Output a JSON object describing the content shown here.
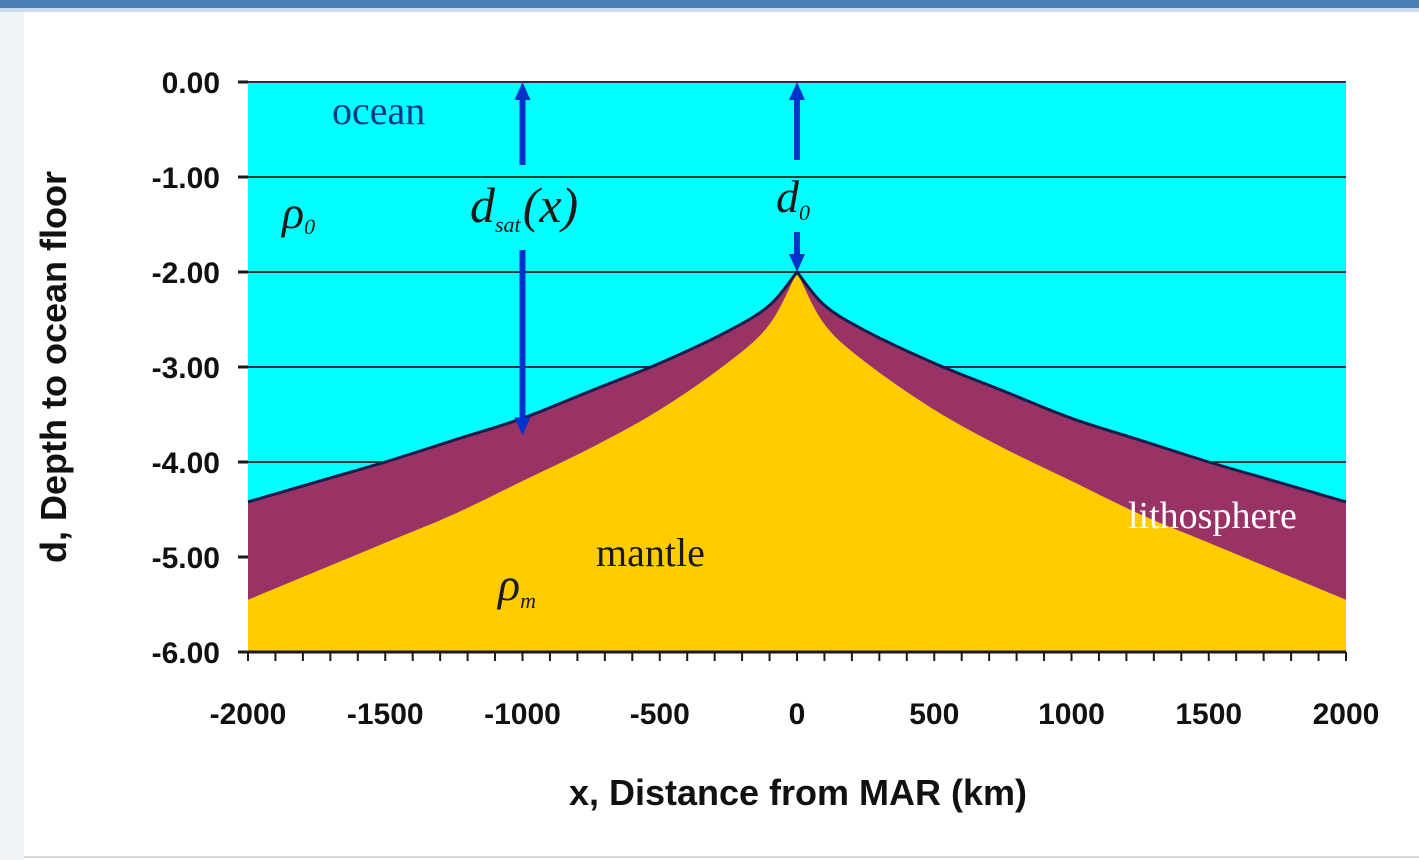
{
  "chart_data": {
    "type": "area",
    "xlabel": "x, Distance from MAR (km)",
    "ylabel": "d, Depth to ocean floor",
    "xlim": [
      -2000,
      2000
    ],
    "ylim": [
      -6,
      0
    ],
    "x_ticks": [
      "-2000",
      "-1500",
      "-1000",
      "-500",
      "0",
      "500",
      "1000",
      "1500",
      "2000"
    ],
    "y_ticks": [
      "0.00",
      "-1.00",
      "-2.00",
      "-3.00",
      "-4.00",
      "-5.00",
      "-6.00"
    ],
    "grid": "horizontal",
    "layer_colors": {
      "ocean": "#00ffff",
      "lithosphere": "#993366",
      "mantle": "#ffcc00",
      "arrow": "#0033cc"
    },
    "series": [
      {
        "name": "ocean floor",
        "x": [
          -2000,
          -1750,
          -1500,
          -1250,
          -1000,
          -750,
          -500,
          -250,
          -100,
          0,
          100,
          250,
          500,
          750,
          1000,
          1250,
          1500,
          1750,
          2000
        ],
        "y": [
          -4.42,
          -4.21,
          -4.0,
          -3.77,
          -3.54,
          -3.25,
          -2.96,
          -2.62,
          -2.35,
          -2.0,
          -2.35,
          -2.62,
          -2.96,
          -3.25,
          -3.54,
          -3.77,
          -4.0,
          -4.21,
          -4.42
        ]
      },
      {
        "name": "base of lithosphere",
        "x": [
          -2000,
          -1750,
          -1500,
          -1250,
          -1000,
          -750,
          -500,
          -250,
          -100,
          0,
          100,
          250,
          500,
          750,
          1000,
          1250,
          1500,
          1750,
          2000
        ],
        "y": [
          -5.45,
          -5.15,
          -4.85,
          -4.55,
          -4.2,
          -3.85,
          -3.45,
          -2.95,
          -2.55,
          -2.0,
          -2.55,
          -2.95,
          -3.45,
          -3.85,
          -4.2,
          -4.55,
          -4.85,
          -5.15,
          -5.45
        ]
      }
    ],
    "annotations": {
      "ocean": "ocean",
      "rho0_symbol": "ρ",
      "rho0_sub": "0",
      "dsat_d": "d",
      "dsat_sub": "sat",
      "dsat_arg": "(x)",
      "d0_d": "d",
      "d0_sub": "0",
      "lithosphere": "lithosphere",
      "mantle": "mantle",
      "rhom_symbol": "ρ",
      "rhom_sub": "m"
    }
  }
}
